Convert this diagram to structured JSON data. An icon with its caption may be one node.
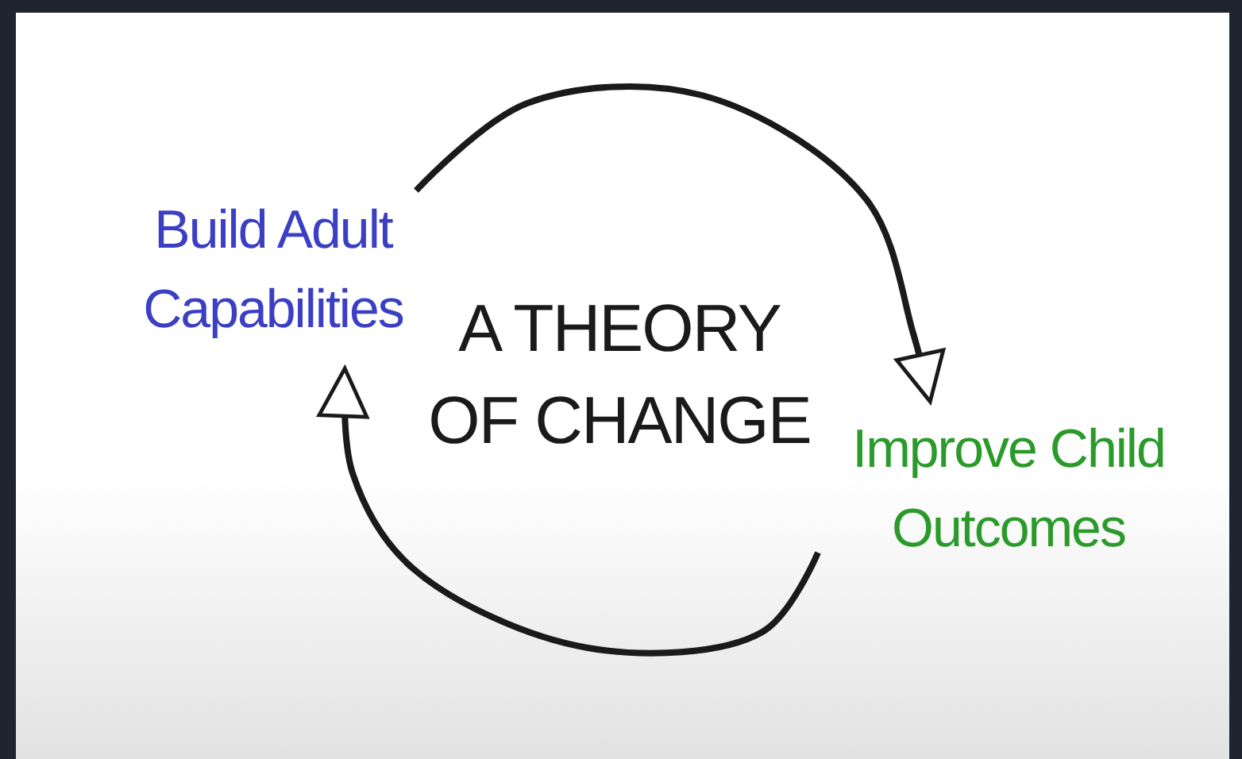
{
  "diagram": {
    "title": "A THEORY OF CHANGE",
    "nodes": [
      {
        "text": [
          "Build Adult Capabilities"
        ]
      },
      {
        "text": [
          "Improve Child Outcomes"
        ]
      }
    ],
    "edges": [
      {
        "from": 0,
        "to": 1,
        "arrow": "to"
      },
      {
        "from": 1,
        "to": 0,
        "arrow": "to"
      }
    ]
  }
}
